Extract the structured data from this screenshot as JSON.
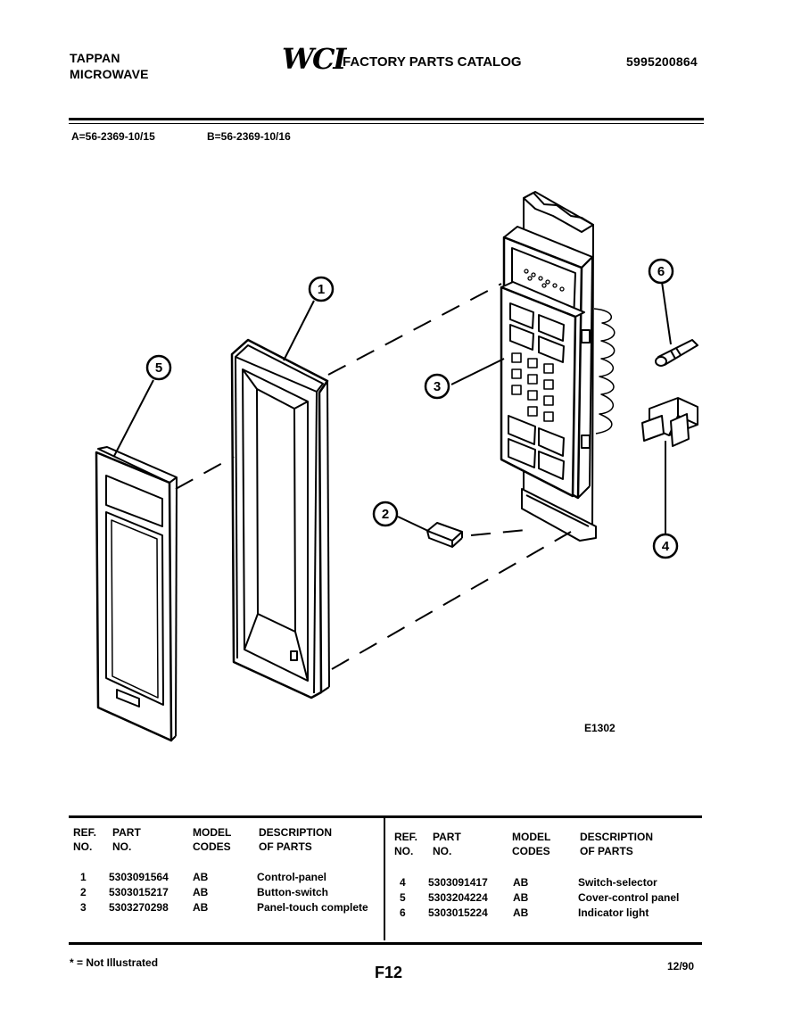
{
  "header": {
    "brand_line1": "TAPPAN",
    "brand_line2": "MICROWAVE",
    "logo_text": "WCI",
    "catalog_title": "FACTORY PARTS CATALOG",
    "catalog_number": "5995200864",
    "model_a": "A=56-2369-10/15",
    "model_b": "B=56-2369-10/16"
  },
  "diagram": {
    "callouts": [
      "1",
      "2",
      "3",
      "4",
      "5",
      "6"
    ],
    "figure_code": "E1302"
  },
  "table": {
    "headers": {
      "ref": [
        "REF.",
        "NO."
      ],
      "part": [
        "PART",
        "NO."
      ],
      "model": [
        "MODEL",
        "CODES"
      ],
      "desc": [
        "DESCRIPTION",
        "OF PARTS"
      ]
    },
    "left_rows": [
      {
        "ref": "1",
        "part": "5303091564",
        "codes": "AB",
        "desc": "Control-panel"
      },
      {
        "ref": "2",
        "part": "5303015217",
        "codes": "AB",
        "desc": "Button-switch"
      },
      {
        "ref": "3",
        "part": "5303270298",
        "codes": "AB",
        "desc": "Panel-touch complete"
      }
    ],
    "right_rows": [
      {
        "ref": "4",
        "part": "5303091417",
        "codes": "AB",
        "desc": "Switch-selector"
      },
      {
        "ref": "5",
        "part": "5303204224",
        "codes": "AB",
        "desc": "Cover-control panel"
      },
      {
        "ref": "6",
        "part": "5303015224",
        "codes": "AB",
        "desc": "Indicator light"
      }
    ]
  },
  "footer": {
    "note": "* = Not Illustrated",
    "page": "F12",
    "date": "12/90"
  }
}
